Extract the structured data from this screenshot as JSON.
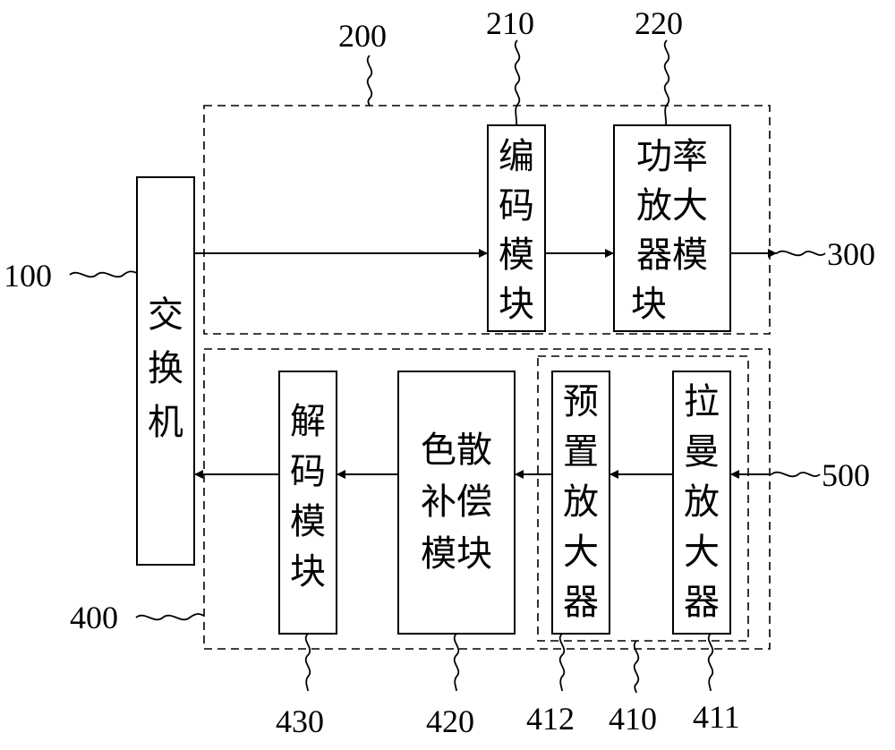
{
  "labels": {
    "l100": "100",
    "l200": "200",
    "l210": "210",
    "l220": "220",
    "l300": "300",
    "l400": "400",
    "l410": "410",
    "l411": "411",
    "l412": "412",
    "l420": "420",
    "l430": "430",
    "l500": "500"
  },
  "blocks": {
    "switch": [
      "交",
      "换",
      "机"
    ],
    "encoder": [
      "编",
      "码",
      "模",
      "块"
    ],
    "power_amp": [
      "功率",
      "放大",
      "器模",
      "块"
    ],
    "decoder": [
      "解",
      "码",
      "模",
      "块"
    ],
    "dispersion": [
      "色散",
      "补偿",
      "模块"
    ],
    "preamp": [
      "预",
      "置",
      "放",
      "大",
      "器"
    ],
    "raman": [
      "拉",
      "曼",
      "放",
      "大",
      "器"
    ]
  }
}
